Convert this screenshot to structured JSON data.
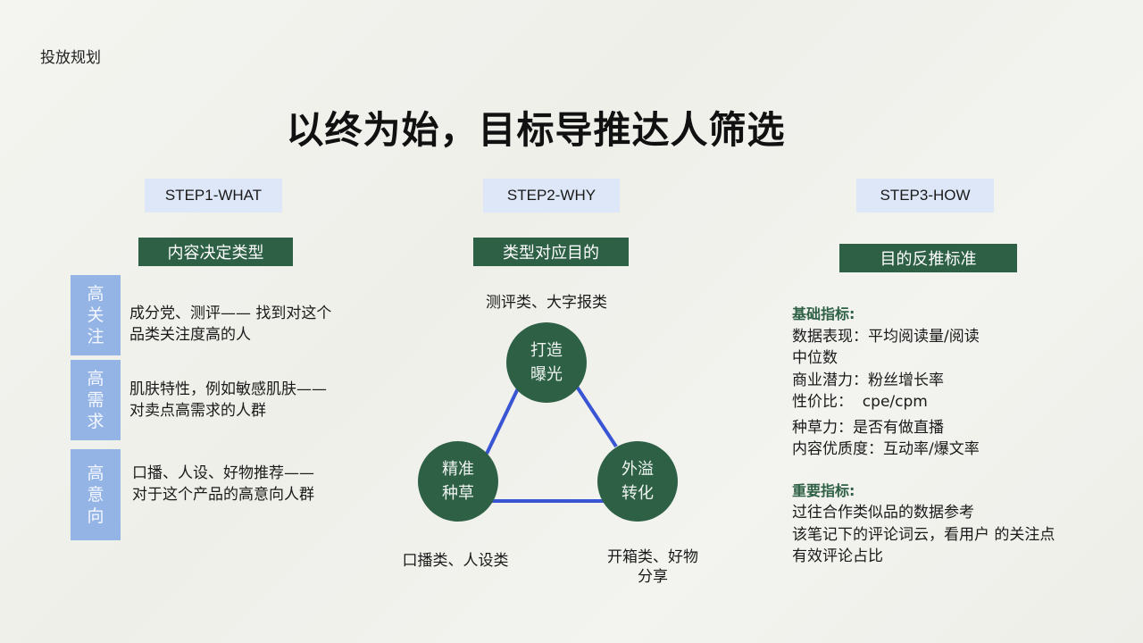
{
  "header": {
    "section_label": "投放规划",
    "title": "以终为始，目标导推达人筛选"
  },
  "steps": [
    {
      "label": "STEP1-WHAT",
      "subtitle": "内容决定类型"
    },
    {
      "label": "STEP2-WHY",
      "subtitle": "类型对应目的"
    },
    {
      "label": "STEP3-HOW",
      "subtitle": "目的反推标准"
    }
  ],
  "step1": {
    "rows": [
      {
        "tag": [
          "高",
          "关",
          "注"
        ],
        "lines": [
          "成分党、测评—— 找到对这个",
          "品类关注度高的人"
        ]
      },
      {
        "tag": [
          "高",
          "需",
          "求"
        ],
        "lines": [
          "肌肤特性，例如敏感肌肤——",
          "对卖点高需求的人群"
        ]
      },
      {
        "tag": [
          "高",
          "意",
          "向"
        ],
        "lines": [
          "口播、人设、好物推荐——",
          "对于这个产品的高意向人群"
        ]
      }
    ]
  },
  "step2": {
    "nodes": [
      {
        "lines": [
          "打造",
          "曝光"
        ],
        "caption": [
          "测评类、大字报类"
        ]
      },
      {
        "lines": [
          "精准",
          "种草"
        ],
        "caption": [
          "口播类、人设类"
        ]
      },
      {
        "lines": [
          "外溢",
          "转化"
        ],
        "caption": [
          "开箱类、好物",
          "分享"
        ]
      }
    ],
    "colors": {
      "node": "#2d6045",
      "edge": "#3a55d4"
    }
  },
  "step3": {
    "basic_heading": "基础指标:",
    "basic_items": [
      "数据表现：平均阅读量/阅读",
      "中位数",
      "商业潜力：粉丝增长率",
      "性价比：  cpe/cpm",
      "种草力：是否有做直播",
      "内容优质度：互动率/爆文率"
    ],
    "important_heading": "重要指标:",
    "important_items": [
      "过往合作类似品的数据参考",
      "该笔记下的评论词云，看用户 的关注点",
      "有效评论占比"
    ]
  }
}
